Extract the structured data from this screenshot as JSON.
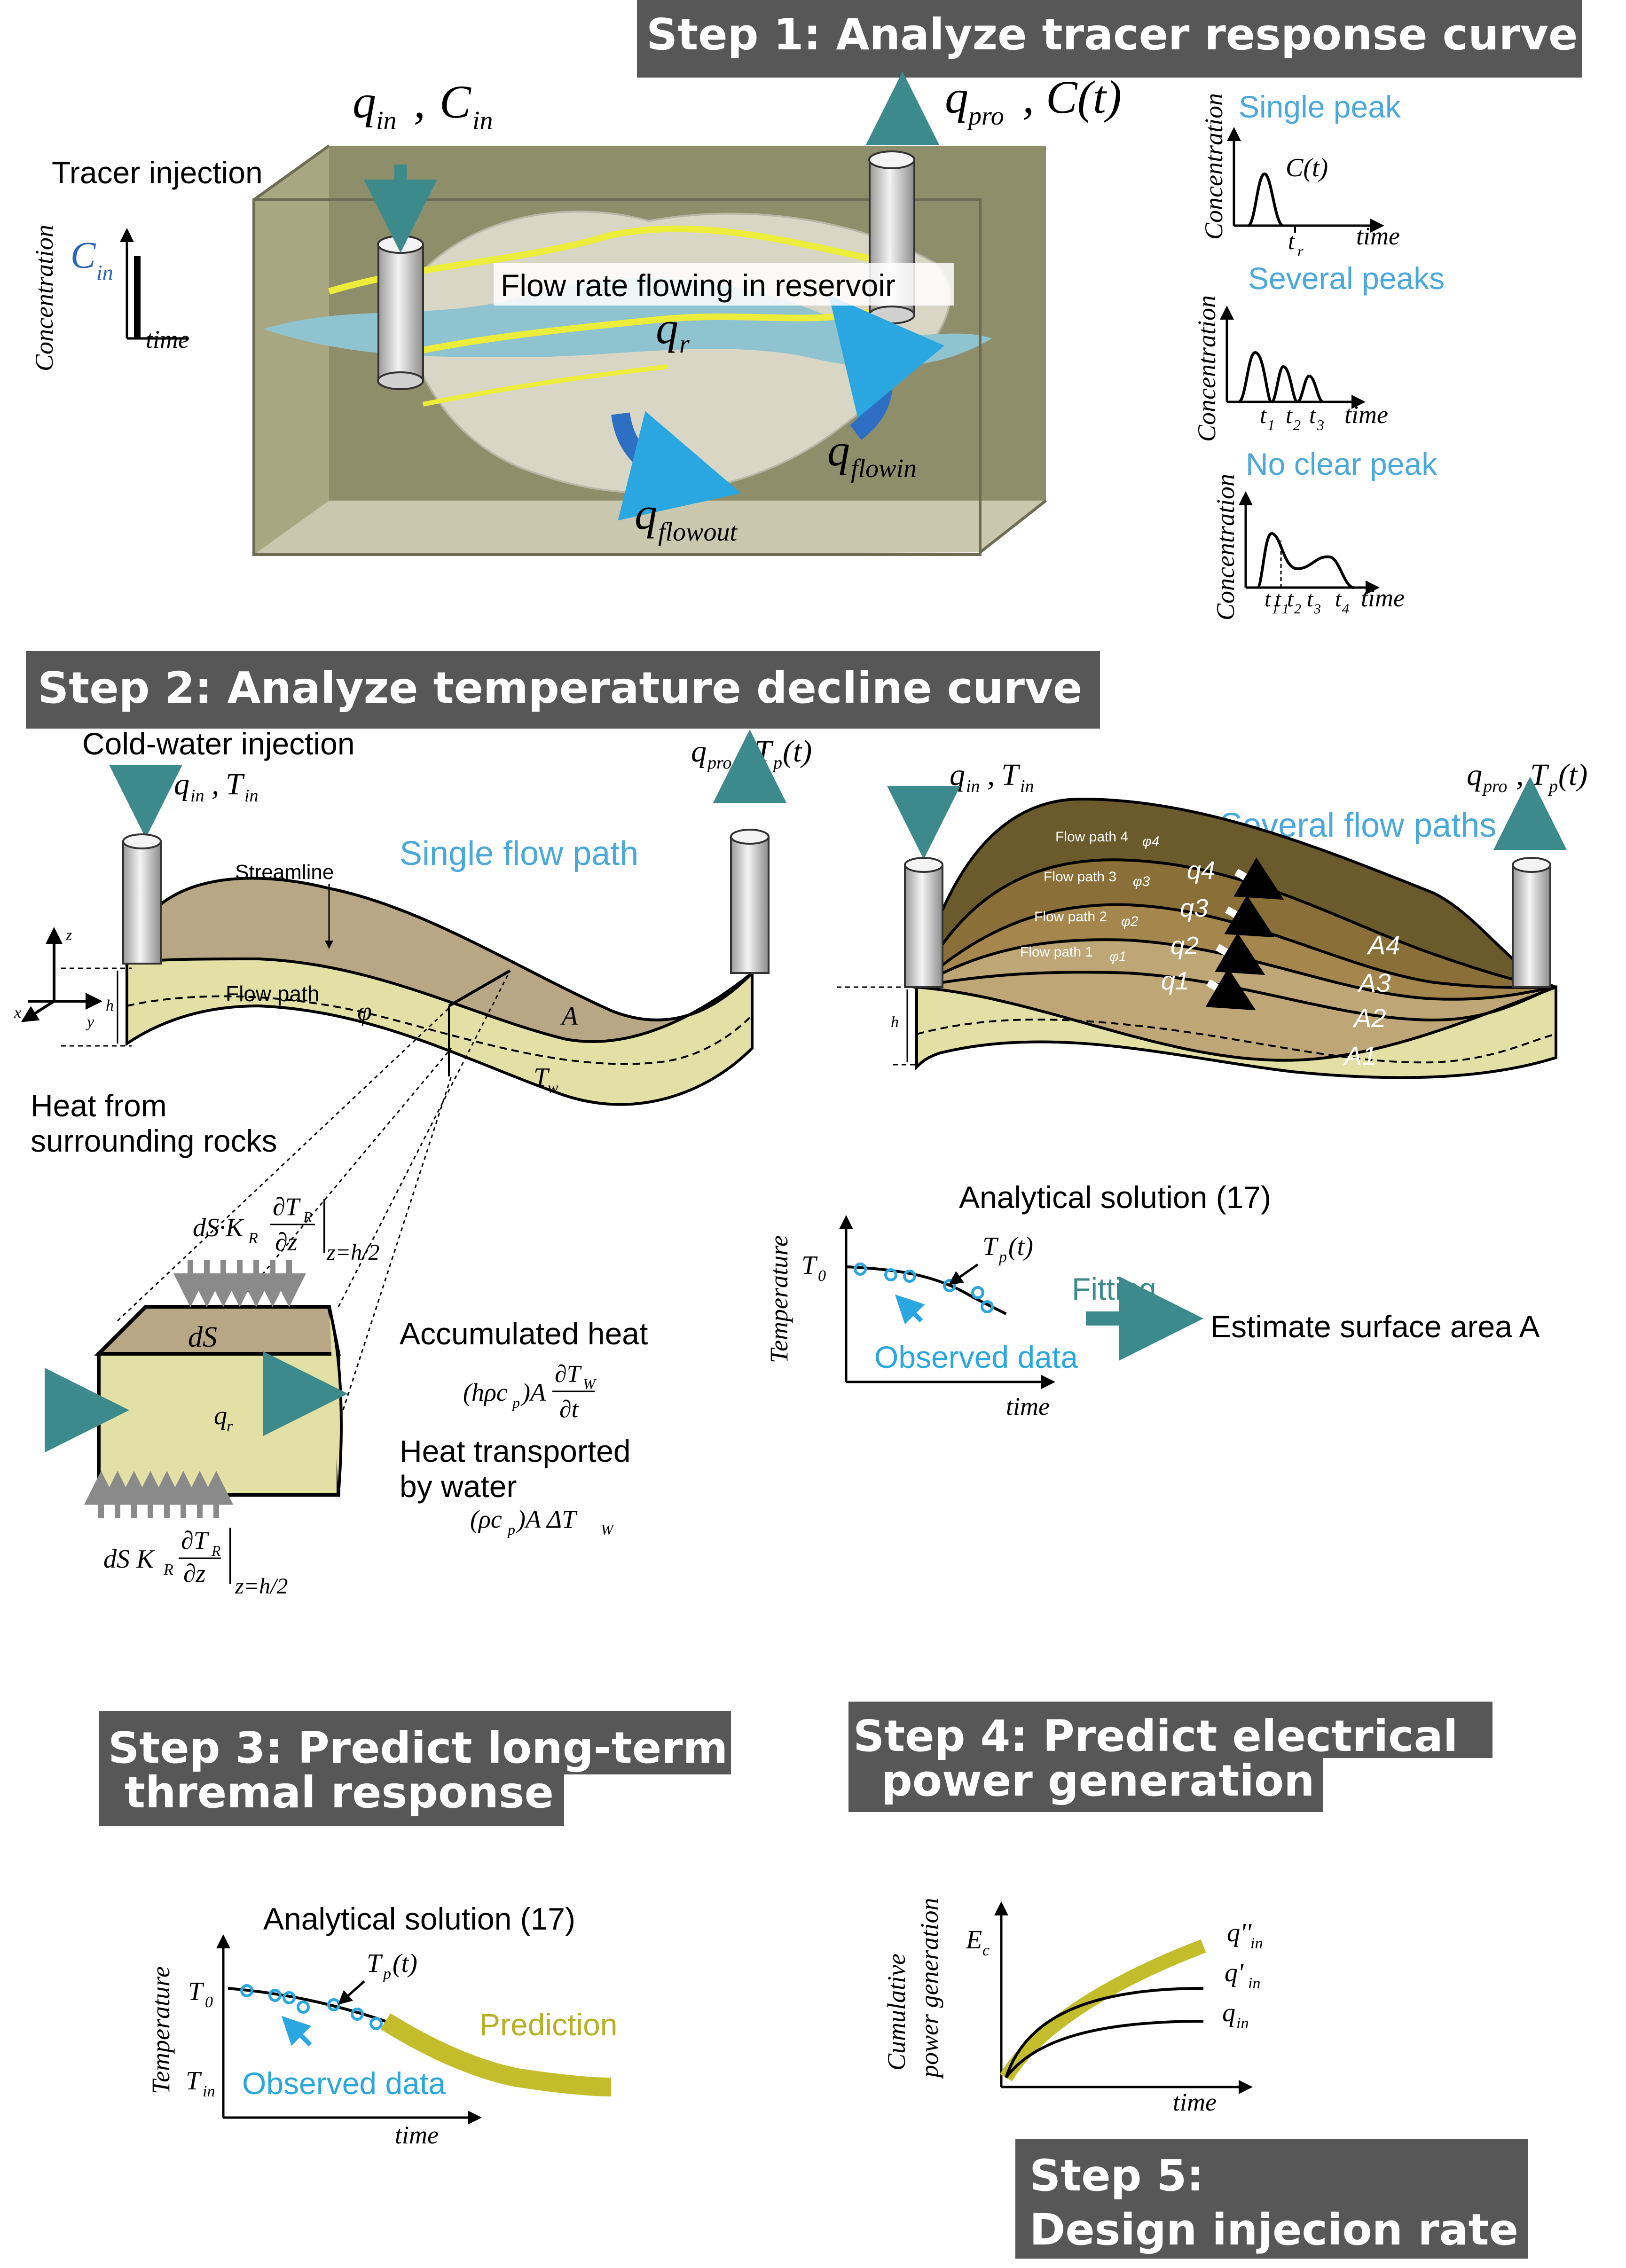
{
  "colors": {
    "banner_bg": "#575757",
    "accent_blue": "#4aa8dc",
    "teal_arrow": "#3c8a8c",
    "prediction": "#c3bd2c",
    "tracer_path": "#ecec3a",
    "flow_blue": "#2e6fc4"
  },
  "step1": {
    "banner": "Step 1: Analyze tracer response curve",
    "tracer_injection": "Tracer injection",
    "q_in": "q",
    "q_in_sub": "in",
    "c_in": "C",
    "c_in_sub": "in",
    "q_pro": "q",
    "q_pro_sub": "pro",
    "c_t": "C(t)",
    "concentration_axis": "Concentration",
    "time_axis": "time",
    "flow_rate_label": "Flow rate flowing in reservoir",
    "q_r": "q",
    "q_r_sub": "r",
    "q_flowin": "q",
    "q_flowin_sub": "flowin",
    "q_flowout": "q",
    "q_flowout_sub": "flowout",
    "single_peak": "Single peak",
    "several_peaks": "Several peaks",
    "no_clear_peak": "No clear peak",
    "t_r": "t",
    "t_r_sub": "r",
    "t1": "t",
    "t1_sub": "1",
    "t2": "t",
    "t2_sub": "2",
    "t3": "t",
    "t3_sub": "3",
    "t4": "t",
    "t4_sub": "4"
  },
  "step2": {
    "banner": "Step 2: Analyze temperature decline curve",
    "cold_water_injection": "Cold-water injection",
    "q_in_t_in": "q",
    "q_in_sub": "in",
    "t_in": "T",
    "t_in_sub": "in",
    "q_pro": "q",
    "q_pro_sub": "pro",
    "t_p": "T",
    "t_p_sub": "p",
    "t_arg": "(t)",
    "single_flow_path": "Single flow path",
    "several_flow_paths": "Several flow paths",
    "streamline": "Streamline",
    "flow_path": "Flow path",
    "phi": "φ",
    "area_a": "A",
    "t_w": "T",
    "t_w_sub": "w",
    "h": "h",
    "axis_z": "z",
    "axis_x": "x",
    "axis_y": "y",
    "heat_from": "Heat from",
    "surrounding_rocks": "surrounding rocks",
    "flow_paths": [
      "Flow path 4",
      "Flow path 3",
      "Flow path 2",
      "Flow path 1"
    ],
    "phis": [
      "φ4",
      "φ3",
      "φ2",
      "φ1"
    ],
    "qs": [
      "q4",
      "q3",
      "q2",
      "q1"
    ],
    "areas": [
      "A4",
      "A3",
      "A2",
      "A1"
    ],
    "dS": "dS",
    "dS_K_R": "dS·K",
    "K_sub": "R",
    "partial_TR": "∂T",
    "partial_TR_sub": "R",
    "partial_z": "∂z",
    "z_half": "z=h/2",
    "dS_K_R_bottom": "dS K",
    "accumulated_heat": "Accumulated heat",
    "accum_expr": "(hρc",
    "accum_sub": "p",
    "accum_tail": ")A",
    "partial_TW": "∂T",
    "partial_TW_sub": "W",
    "partial_t": "∂t",
    "heat_transported": "Heat transported",
    "by_water": "by water",
    "transport_expr": "(ρc",
    "transport_sub": "p",
    "transport_tail": ")A ΔT",
    "transport_TW_sub": "W",
    "q_r": "q",
    "q_r_sub": "r",
    "analytical_solution": "Analytical solution (17)",
    "temperature_axis": "Temperature",
    "T0": "T",
    "T0_sub": "0",
    "observed_data": "Observed data",
    "time_axis": "time",
    "fitting": "Fitting",
    "estimate_area": "Estimate surface area  A"
  },
  "step3": {
    "banner_line1": "Step 3: Predict long-term",
    "banner_line2": "thremal response",
    "analytical_solution": "Analytical solution (17)",
    "temperature_axis": "Temperature",
    "T0": "T",
    "T0_sub": "0",
    "Tin": "T",
    "Tin_sub": "in",
    "Tp": "T",
    "Tp_sub": "p",
    "Tp_arg": "(t)",
    "observed_data": "Observed data",
    "prediction": "Prediction",
    "time_axis": "time"
  },
  "step4": {
    "banner_line1": "Step 4: Predict electrical",
    "banner_line2": "power generation",
    "y_axis_line1": "Cumulative",
    "y_axis_line2": "power generation",
    "Ec": "E",
    "Ec_sub": "c",
    "q2in": "q''",
    "q2in_sub": "in",
    "q1in": "q'",
    "q1in_sub": "in",
    "qin": "q",
    "qin_sub": "in",
    "time_axis": "time"
  },
  "step5": {
    "banner_line1": "Step 5:",
    "banner_line2": "Design injecion rate"
  }
}
